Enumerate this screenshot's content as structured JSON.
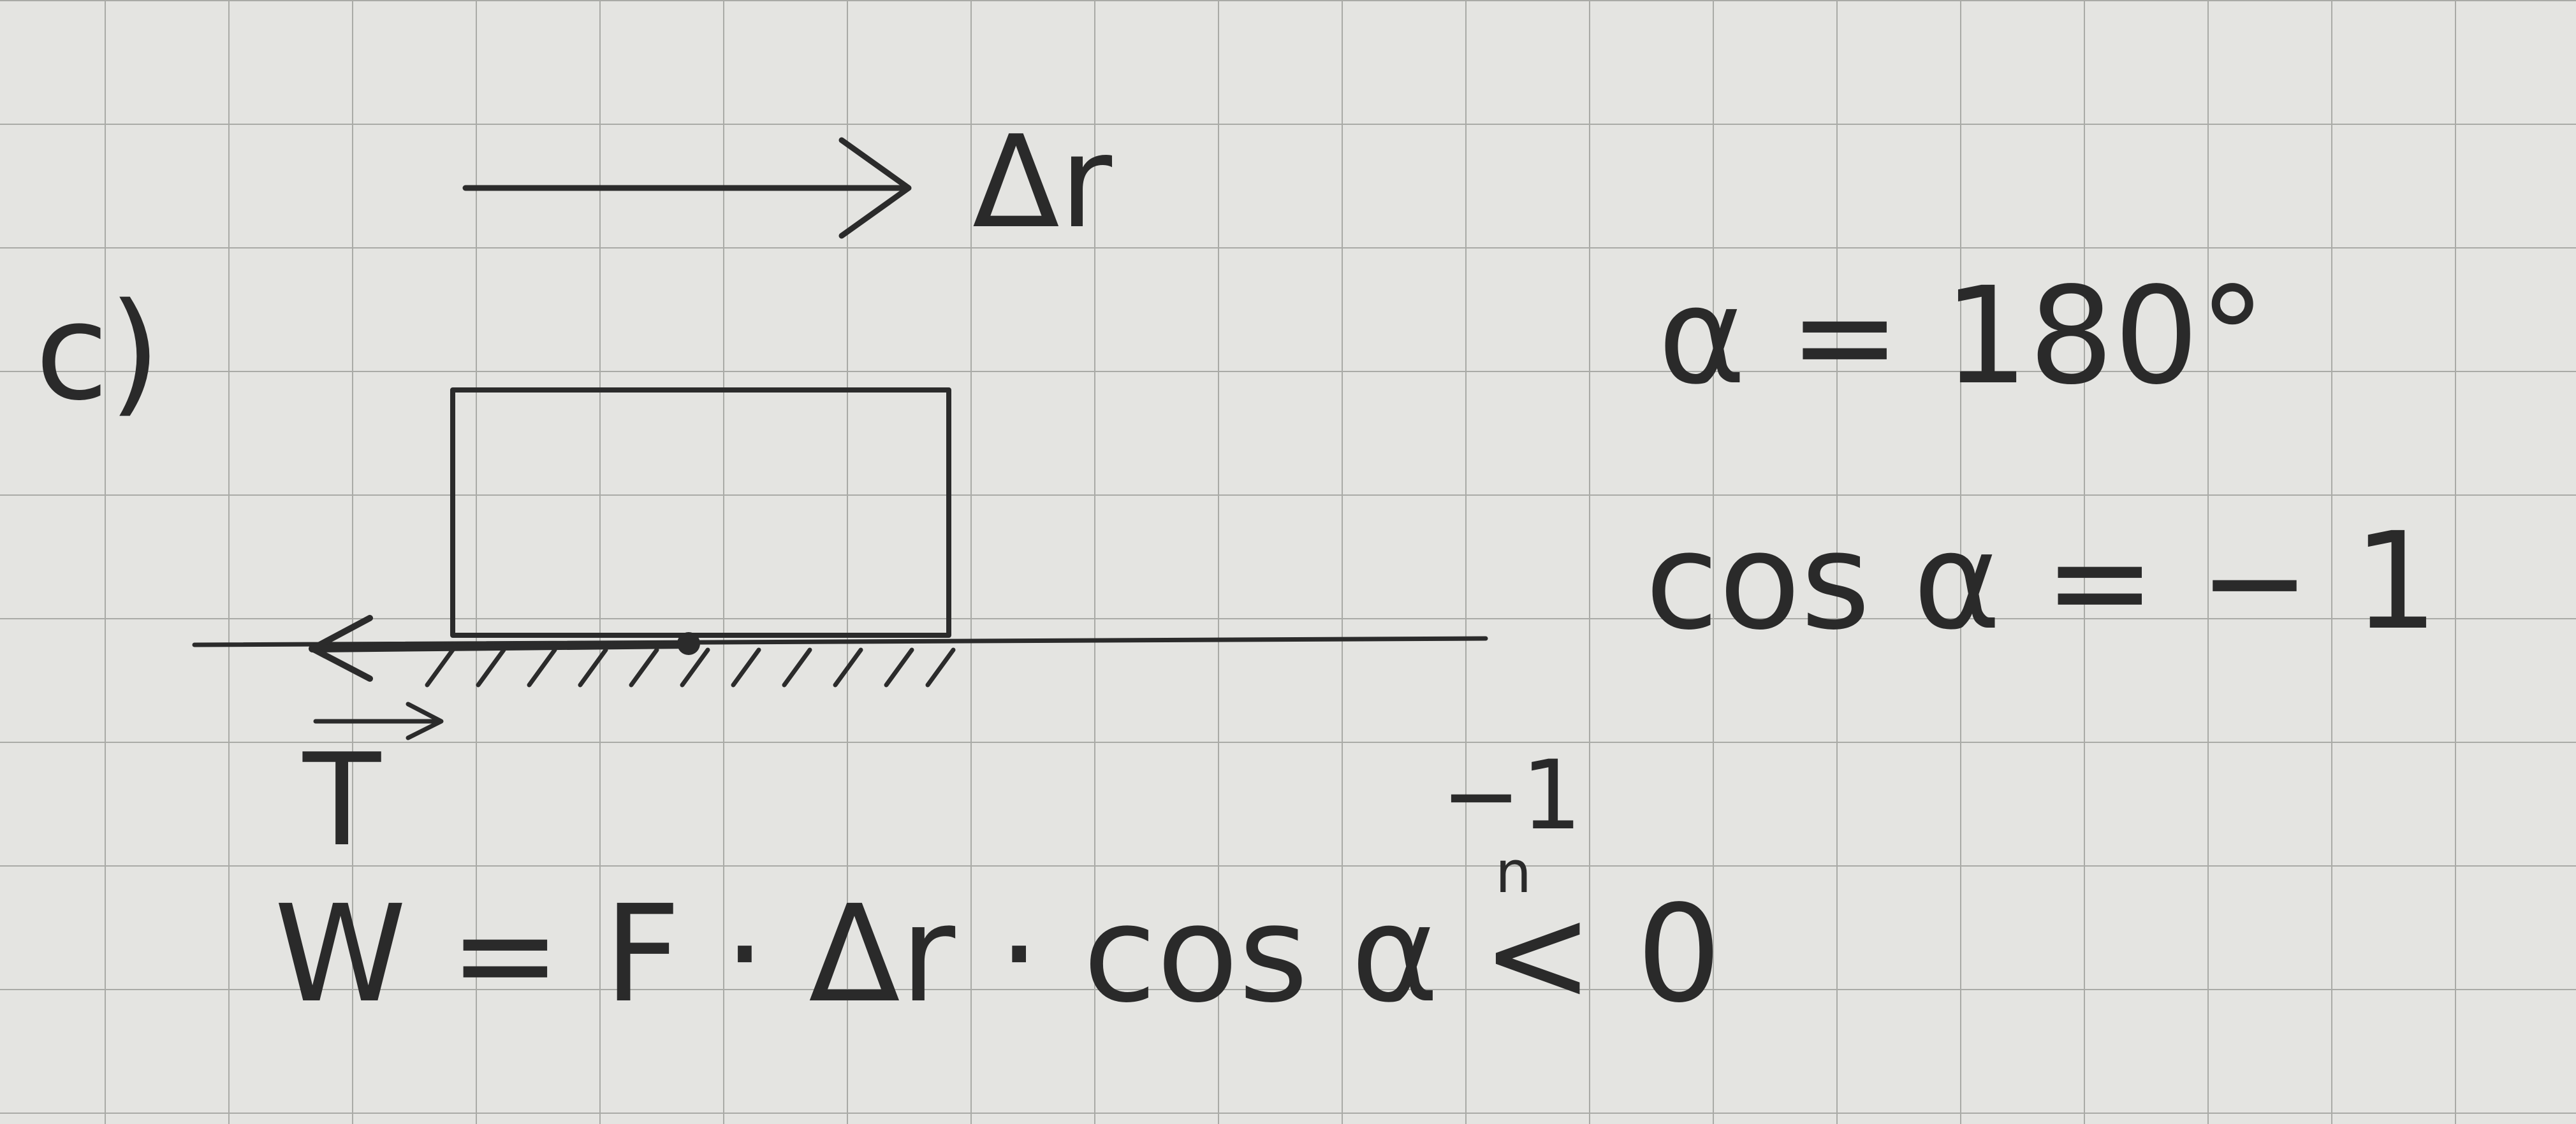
{
  "labels": {
    "part": "c)",
    "displacement": "Δr",
    "force_symbol": "T",
    "normal_marker": "n"
  },
  "equations": {
    "alpha": "α = 180°",
    "cos_alpha": "cos α = − 1",
    "minus_one": "−1",
    "work": "W = F · Δr · cos α < 0"
  },
  "colors": {
    "paper": "#e4e4e1",
    "grid": "#a9aaa6",
    "ink": "#2b2b2b"
  }
}
